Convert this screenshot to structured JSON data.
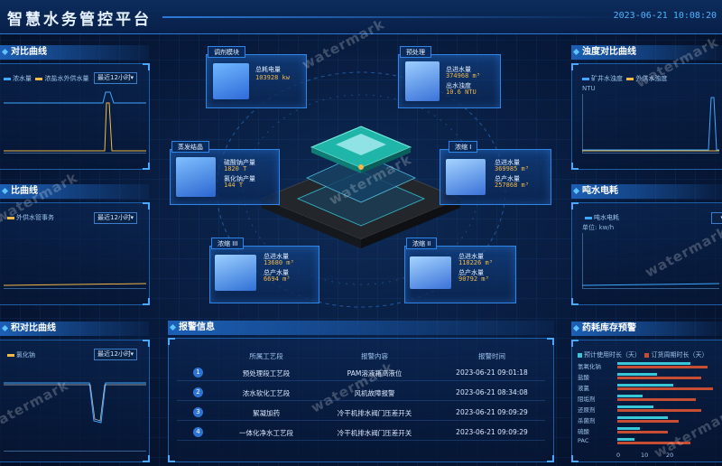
{
  "header": {
    "title": "智慧水务管控平台",
    "datetime": "2023-06-21 10:08:20"
  },
  "left_panels": [
    {
      "title": "对比曲线",
      "legend": [
        "浓水量",
        "浓盐水外供水量"
      ],
      "range": "最近12小时"
    },
    {
      "title": "比曲线",
      "legend": [
        "外供水管事务"
      ],
      "range": "最近12小时"
    },
    {
      "title": "积对比曲线",
      "legend": [
        "氯化钠"
      ],
      "range": "最近12小时"
    }
  ],
  "right_panels": [
    {
      "title": "浊度对比曲线",
      "legend": [
        "矿井水浊度",
        "外供水浊度"
      ],
      "y_unit": "NTU"
    },
    {
      "title": "吨水电耗",
      "legend": [
        "吨水电耗"
      ],
      "y_unit": "单位: kw/h"
    },
    {
      "title": "药耗库存预警",
      "legend": [
        "预计使用时长（天）",
        "订货周期时长（天）"
      ],
      "categories": [
        "氢氧化钠",
        "盐酸",
        "液氯",
        "阻垢剂",
        "还原剂",
        "杀菌剂",
        "硫酸",
        "PAC"
      ],
      "series": [
        {
          "name": "预计使用时长（天）",
          "values": [
            26,
            14,
            20,
            9,
            13,
            18,
            8,
            6
          ],
          "color": "#39c6d6"
        },
        {
          "name": "订货周期时长（天）",
          "values": [
            32,
            30,
            34,
            28,
            30,
            22,
            18,
            26
          ],
          "color": "#c84e33"
        }
      ],
      "x_ticks": [
        "0",
        "10",
        "20"
      ]
    }
  ],
  "cards": [
    {
      "tab": "调剂模块",
      "metrics": [
        {
          "label": "总耗电量",
          "value": "103928 kw"
        }
      ]
    },
    {
      "tab": "预处理",
      "metrics": [
        {
          "label": "总进水量",
          "value": "374968 m³"
        },
        {
          "label": "出水浊度",
          "value": "10.6 NTU"
        }
      ]
    },
    {
      "tab": "蒸发结晶",
      "metrics": [
        {
          "label": "硫酸钠产量",
          "value": "1820 T"
        },
        {
          "label": "氯化钠产量",
          "value": "144 T"
        }
      ]
    },
    {
      "tab": "浓缩 I",
      "metrics": [
        {
          "label": "总进水量",
          "value": "369985 m³"
        },
        {
          "label": "总产水量",
          "value": "257868 m³"
        }
      ]
    },
    {
      "tab": "浓缩 III",
      "metrics": [
        {
          "label": "总进水量",
          "value": "13680 m³"
        },
        {
          "label": "总产水量",
          "value": "6694 m³"
        }
      ]
    },
    {
      "tab": "浓缩 II",
      "metrics": [
        {
          "label": "总进水量",
          "value": "118226 m³"
        },
        {
          "label": "总产水量",
          "value": "90792 m³"
        }
      ]
    }
  ],
  "alarms": {
    "title": "报警信息",
    "columns": [
      "所属工艺段",
      "报警内容",
      "报警时间"
    ],
    "rows": [
      {
        "no": "1",
        "section": "预处理段工艺段",
        "content": "PAM溶液箱高液位",
        "time": "2023-06-21 09:01:18"
      },
      {
        "no": "2",
        "section": "浓水软化工艺段",
        "content": "风机故障报警",
        "time": "2023-06-21 08:34:08"
      },
      {
        "no": "3",
        "section": "絮凝加药",
        "content": "冷干机排水阀门压差开关",
        "time": "2023-06-21 09:09:29"
      },
      {
        "no": "4",
        "section": "一体化净水工艺段",
        "content": "冷干机排水阀门压差开关",
        "time": "2023-06-21 09:09:29"
      }
    ]
  },
  "colors": {
    "accent": "#2f86e6",
    "line_a": "#3ea8ff",
    "line_b": "#f0b94a",
    "value": "#f0b94a"
  },
  "watermark": "watermark"
}
